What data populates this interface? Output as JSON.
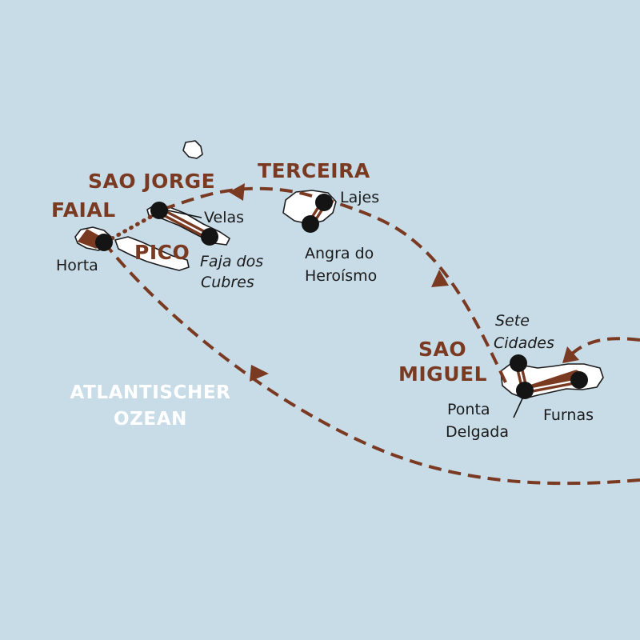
{
  "islands": {
    "sao_jorge": "SAO JORGE",
    "terceira": "TERCEIRA",
    "faial": "FAIAL",
    "pico": "PICO",
    "sao_miguel_line1": "SAO",
    "sao_miguel_line2": "MIGUEL"
  },
  "towns": {
    "lajes": "Lajes",
    "velas": "Velas",
    "horta": "Horta",
    "faja_line1": "Faja dos",
    "faja_line2": "Cubres",
    "angra_line1": "Angra do",
    "angra_line2": "Heroísmo",
    "sete_line1": "Sete",
    "sete_line2": "Cidades",
    "ponta_line1": "Ponta",
    "ponta_line2": "Delgada",
    "furnas": "Furnas"
  },
  "ocean": {
    "line1": "ATLANTISCHER",
    "line2": "OZEAN"
  },
  "colors": {
    "sea": "#c8dce8",
    "route": "#7a3a22",
    "island_fill": "#ffffff",
    "stop": "#141414"
  }
}
